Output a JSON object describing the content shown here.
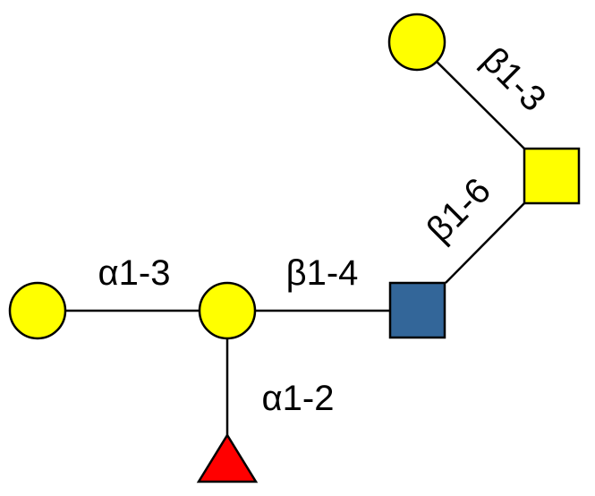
{
  "colors": {
    "galactose": "#ffff00",
    "glcnac": "#336699",
    "fucose": "#ff0000",
    "galnac": "#ffff00"
  },
  "linkages": {
    "gal_top_to_galnac": "β1-3",
    "galnac_to_glcnac": "β1-6",
    "gal_center_to_glcnac": "β1-4",
    "gal_left_to_gal_center": "α1-3",
    "fuc_to_gal_center": "α1-2"
  }
}
